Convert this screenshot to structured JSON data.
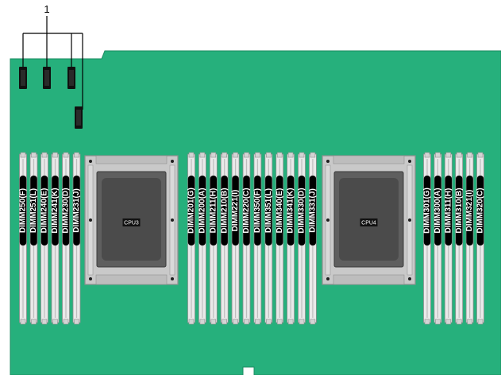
{
  "callout": {
    "label": "1"
  },
  "colors": {
    "board": "#26b07c",
    "board_edge": "#1b8b60",
    "slot_body": "#e9e9e9",
    "slot_edge": "#8e8e8e",
    "label_pill": "#000000",
    "socket_frame": "#c9c9c9",
    "socket_frame_dark": "#8f8f8f",
    "cpu_heatspreader": "#5f5f5f",
    "cpu_die": "#4b4b4b",
    "connector": "#101010"
  },
  "dimm_groups": [
    {
      "id": "left",
      "slots": [
        "DIMM250(F)",
        "DIMM251(L)",
        "DIMM240(E)",
        "DIMM241(K)",
        "DIMM230(D)",
        "DIMM231(J)"
      ]
    },
    {
      "id": "middle",
      "slots": [
        "DIMM201(G)",
        "DIMM200(A)",
        "DIMM211(H)",
        "DIMM210(B)",
        "DIMM221(I)",
        "DIMM220(C)",
        "DIMM350(F)",
        "DIMM351(L)",
        "DIMM340(E)",
        "DIMM341(K)",
        "DIMM330(D)",
        "DIMM331(J)"
      ]
    },
    {
      "id": "right",
      "slots": [
        "DIMM301(G)",
        "DIMM300(A)",
        "DIMM311(H)",
        "DIMM310(B)",
        "DIMM321(I)",
        "DIMM320(C)"
      ]
    }
  ],
  "cpus": [
    {
      "id": "cpu3",
      "label": "CPU3"
    },
    {
      "id": "cpu4",
      "label": "CPU4"
    }
  ]
}
